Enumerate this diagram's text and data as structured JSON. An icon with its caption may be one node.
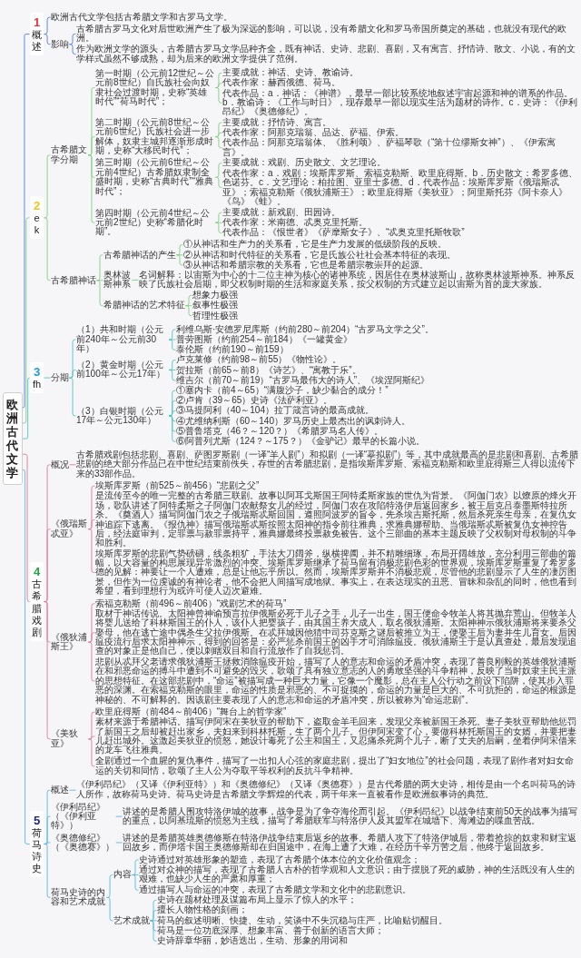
{
  "diagram": {
    "nodes": [
      {
        "text": [
          "欧洲古代文学"
        ]
      },
      {
        "text": [
          "1",
          "概述"
        ]
      },
      {
        "text": [
          "欧洲古代文学包括古希腊文学和古罗马文学。"
        ]
      },
      {
        "text": [
          "影响"
        ]
      },
      {
        "text": [
          "古希腊古罗马文化对后世欧洲产生了极为深远的影响，可以说，没有希腊文化和罗马帝国所奠定的基础，也就没有现代的欧洲。"
        ]
      },
      {
        "text": [
          "作为欧洲文学的源头，古希腊古罗马文学品种齐全，既有神话、史诗、悲剧、喜剧，又有寓言、抒情诗、散文、小说，有的文学样式虽然不够成熟，却为后来的欧洲文学提供了范例。"
        ]
      },
      {
        "text": [
          "2",
          "ek"
        ]
      },
      {
        "text": [
          "古希腊文学分期"
        ]
      },
      {
        "text": [
          "第一时期（公元前12世纪～公元前8世纪）自氏族社会向奴隶社会过渡时期，史称“英雄时代”“荷马时代”；"
        ]
      },
      {
        "text": [
          "主要成就：神话、史诗、教谕诗。"
        ]
      },
      {
        "text": [
          "代表作家：赫西俄德、荷马。"
        ]
      },
      {
        "text": [
          "代表作品：a．神话：《神谱》，最早一部比较系统地叙述宇宙起源和神的谱系的作品。b．教谕诗：《工作与时日》，现存最早一部以现实生活为题材的诗作。c．史诗：《伊利昂纪》《奥德修纪》。"
        ]
      },
      {
        "text": [
          "第二时期（公元前8世纪～公元前6世纪）氏族社会进一步解体，奴隶主城邦逐渐形成时期，史称“大移民时代”；"
        ]
      },
      {
        "text": [
          "主要成就：抒情诗、寓言。"
        ]
      },
      {
        "text": [
          "代表作家：阿那克瑞翁、品达、萨福、伊索。"
        ]
      },
      {
        "text": [
          "代表作品：阿那克瑞翁体、《胜利颂》、萨福琴歌（“第十位缪斯女神”）、《伊索寓言》。"
        ]
      },
      {
        "text": [
          "第三时期（公元前6世纪～公元前4世纪）古希腊奴隶制全盛时期，史称“古典时代”“雅典时代”；"
        ]
      },
      {
        "text": [
          "主要成就：戏剧、历史散文、文艺理论。"
        ]
      },
      {
        "text": [
          "代表作家：a．戏剧：埃斯库罗斯、索福克勒斯、欧里庇得斯。b．历史散文：希罗多德、色诺芬。c．文艺理论：柏拉图、亚里士多德。d．代表作品：埃斯库罗斯《俄瑞斯忒亚》；索福克勒斯《俄狄浦斯王》；欧里庇得斯《美狄亚》；阿里斯托芬《阿卡奈人》《鸟》《蛙》。"
        ]
      },
      {
        "text": [
          "第四时期（公元前4世纪～公元前2世纪）史称“希腊化时期”。"
        ]
      },
      {
        "text": [
          "主要成就：新戏剧、田园诗。"
        ]
      },
      {
        "text": [
          "代表作家：米南德、忒奥克里托斯。"
        ]
      },
      {
        "text": [
          "代表作品：《恨世者》《萨摩斯女子》、“忒奥克里托斯牧歌”"
        ]
      },
      {
        "text": [
          "古希腊神话"
        ]
      },
      {
        "text": [
          "古希腊神话的产生"
        ]
      },
      {
        "text": [
          "①从神话和生产力的关系看，它是生产力发展的低级阶段的反映。"
        ]
      },
      {
        "text": [
          "②从神话和时代特征的关系看，它是氏族公社社会基本特征的表现。"
        ]
      },
      {
        "text": [
          "③从神话和希腊宗教的关系看，它也是希腊宗教崇拜的起源。"
        ]
      },
      {
        "text": [
          "奥林波斯神系"
        ]
      },
      {
        "text": [
          "名词解释：以宙斯为中心的十二位主神为核心的诸神系统，因居住在奥林波斯山，故称奥林波斯神系。神系反映了氏族社会后期，即父权制时期的生活和家庭关系，按父权制的方式建立起以宙斯为首的庞大家族。"
        ]
      },
      {
        "text": [
          "希腊神话的艺术特征"
        ]
      },
      {
        "text": [
          "想象力极强"
        ]
      },
      {
        "text": [
          "叙事性极强"
        ]
      },
      {
        "text": [
          "哲理性极强"
        ]
      },
      {
        "text": [
          "3",
          "fh"
        ]
      },
      {
        "text": [
          "分期"
        ]
      },
      {
        "text": [
          "（1）共和时期（公元前240年～公元前30年）"
        ]
      },
      {
        "text": [
          "利维乌斯·安德罗尼库斯（约前280～前204）“古罗马文学之父”。"
        ]
      },
      {
        "text": [
          "普劳图斯（约前254～前184）《一罐黄金》"
        ]
      },
      {
        "text": [
          "泰伦斯（约前190～前159）"
        ]
      },
      {
        "text": [
          "（2）黄金时期（公元前100年～公元17年）"
        ]
      },
      {
        "text": [
          "卢克莱修（约前98～前55）《物性论》。"
        ]
      },
      {
        "text": [
          "贺拉斯（前65～前8）《诗艺》、“寓教于乐”。"
        ]
      },
      {
        "text": [
          "维吉尔（前70～前19）“古罗马最伟大的诗人”、《埃涅阿斯纪》"
        ]
      },
      {
        "text": [
          "（3）白银时期（公元17年～公元130年）"
        ]
      },
      {
        "text": [
          "①塞内卡（前4～65）“满腹沙子，缺少黏合的成分！”"
        ]
      },
      {
        "text": [
          "②卢肯（39～65）史诗《法萨利亚》。"
        ]
      },
      {
        "text": [
          "③马提阿利（40～104）拉丁箴言诗的最高成就。"
        ]
      },
      {
        "text": [
          "④尤维纳利斯（60～140）罗马历史上最杰出的讽刺诗人。"
        ]
      },
      {
        "text": [
          "⑤普鲁塔克（46？～120？）《希腊罗马名人传》。"
        ]
      },
      {
        "text": [
          "⑥阿普列尤斯（124？～175？）《金驴记》最早的长篇小说。"
        ]
      },
      {
        "text": [
          "4",
          "古希腊戏剧"
        ]
      },
      {
        "text": [
          "概况"
        ]
      },
      {
        "text": [
          "古希腊戏剧包括悲剧、喜剧、萨图罗斯剧（一译“羊人剧”）和拟剧（一译“摹拟剧”）等，其中成就最高的是悲剧和喜剧。古希腊悲剧的绝大部分作品已在中世纪结束前佚失，存世的古希腊悲剧，是指埃斯库罗斯、索福克勒斯和欧里庇得斯三人得以流传下来的33部作品。"
        ]
      },
      {
        "text": [
          "《俄瑞斯忒亚》"
        ]
      },
      {
        "text": [
          "埃斯库罗斯（前525～前456）“悲剧之父”"
        ]
      },
      {
        "text": [
          "是流传至今的唯一完整的古希腊三联剧。故事以阿耳戈斯国王阿特柔斯家族的世仇为背景。《阿伽门农》以燎原的烽火开场，歌队讲述了阿特柔斯之子阿伽门农献祭女儿的经过，阿伽门农在攻陷特洛伊后返回家乡，被王后克吕泰墨斯特拉所杀。《奠酒人》描写阿伽门农之子俄瑞斯忒斯回国，遵照阿波罗的旨令，先杀埃吉斯托斯，然后杀死亲生母亲，在复仇女神追踪下逃离。《报仇神》描写俄瑞斯忒斯按照太阳神的指令前往雅典，求雅典娜帮助。当俄瑞斯忒斯被复仇女神控告后，经法庭审判，定罪票与赦罪票持平，雅典娜最终投票赦免被告。这个三部曲的基本主题反映了父权制对母权制的斗争和胜利。"
        ]
      },
      {
        "text": [
          "埃斯库罗斯的悲剧气势磅礴，线条粗犷，手法大刀阔斧，纵横捭阖，并不精雕细琢，布局开阔雄放，充分利用三部曲的篇幅，以大容量的构思展现异常激烈的冲突。埃斯库罗斯继承了荷马留有消极悲剧色彩的世界观，埃斯库罗斯重复了希罗多德的见解：神要让一个人遭难，总是让他忘乎所以。然而，埃斯库罗斯并不消极悲观，尽管他的悲剧显示了人生的凄厉图景，但作为一位虔诚的有神论者，他不会把人间描写成地狱。事实上，在表达现实的丑恶、冒昧和杂乱的同时，他也看到希望，看到理想行为或许可使人迈次避难。"
        ]
      },
      {
        "text": [
          "《俄狄浦斯王》"
        ]
      },
      {
        "text": [
          "索福克勒斯（前496～前406）“戏剧艺术的荷马”"
        ]
      },
      {
        "text": [
          "取材于神话传说。太阳神曾神谕预言拉伊俄斯必死于儿子之手，儿子一出生，国王便命令牧羊人将其抛弃荒山。但牧羊人将婴儿送给了科林斯国王的仆人，该仆人把婴孩子，由其国王养大成人，取名俄狄浦斯。太阳神神示俄狄浦斯将来要杀父娶母，他在逃亡途中偶杀生父拉伊俄斯。在忒拜城因他猜中司芬克斯之谜后被推立为王，便娶王后为妻并生儿育女。后因瘟疫流行后求太阳神神示，得到的回答是：必严惩杀前国王的凶手才可消除瘟疫。俄狄浦斯王于是认真查处，最后发现追查的对象正是他自己，便以刺瞎双目和自行流放作了自我惩罚。"
        ]
      },
      {
        "text": [
          "悲剧从忒拜父老请求俄狄浦斯王拯救消除瘟疫开始，描写了人的意志和命运的矛盾冲突，表现了善良刚毅的英雄俄狄浦斯在和邪恶命运的搏斗中遭到不可避免的毁灭，歌颂了具有独立意志的人的勇敢坚强的斗争精神，反映了当时奴隶主民主派的思想特征。在这部悲剧中，“命运”被描写成一种巨大力量，它像一个魔影，总在主人公行动之前设下陷阱，使其步入罪恶的深渊。在索福克勒斯的眼里，命运的性质是邪恶的、不可捉摸的，命运的力量是巨大的、不可抗拒的，命运的根源是神秘的、不可解释的。因该剧主要表现了人的意志和命运的矛盾冲突，所以被称为“命运悲剧”。"
        ]
      },
      {
        "text": [
          "《美狄亚》"
        ]
      },
      {
        "text": [
          "欧里庇得斯（前484～前406）“舞台上的哲学家”"
        ]
      },
      {
        "text": [
          "素材来源于希腊神话。描写伊阿宋在美狄亚的帮助下，盗取金羊毛回来，发现父亲被新国王杀死。妻子美狄亚帮助他惩罚了新国王之后却被赶出家乡，夫妇来到科林托斯，生了两个儿子。但伊阿宋变了心，要做科林托斯国王的女婿，并要把妻儿赶出城外。这激起美狄亚的愤怒，她设计毒死了公主和国王，又忍痛杀死两个儿子，断了丈夫的后嗣，坐着伊阿宋借来的龙车飞往雅典。"
        ]
      },
      {
        "text": [
          "全剧通过一个血腥的复仇事件，描写了一出扣人心弦的家庭悲剧，提出了“妇女地位”的社会问题，表现了剧作者对妇女命运的关切和同情，歌颂了主人公为夺取平等权利的反抗斗争精神。"
        ]
      },
      {
        "text": [
          "5",
          "荷马诗史"
        ]
      },
      {
        "text": [
          "概述"
        ]
      },
      {
        "text": [
          "《伊利昂纪》（又译《伊利亚特》）和《奥德修纪》（又译《奥德赛》）是古代希腊的两大史诗，相传是由一个名叫荷马的诗人所作，故称荷马史诗。荷马史诗是古希腊文学辉煌的代表，两千年来一直被看作是欧洲叙事诗的典范。"
        ]
      },
      {
        "text": [
          "《伊利昂纪》（《伊利亚特》）"
        ]
      },
      {
        "text": [
          "讲述的是希腊人围攻特洛伊城的故事，战争是为了争夺海伦而引起。《伊利昂纪》以战争结束前50天的战事为描写的重点，以阿基琉斯的愤怒为主线，描写了希腊联军与特洛伊人及其盟军在城墙下、海滩边的喋血苦战。"
        ]
      },
      {
        "text": [
          "《奥德修纪》（《奥德赛》）"
        ]
      },
      {
        "text": [
          "讲述的是希腊英雄奥德修斯在特洛伊战争结束后返乡的故事。希腊人攻下了特洛伊城后，带着抢掠的奴隶和财宝返回故乡，而伊塔卡国王奥德修斯却在归国途中，在海上遭了大难，在经历千辛万苦之后，他终于返回故乡。"
        ]
      },
      {
        "text": [
          "荷马史诗的内容和艺术成就"
        ]
      },
      {
        "text": [
          "内容"
        ]
      },
      {
        "text": [
          "史诗通过对英雄形象的塑造，表现了古希腊个体本位的文化价值观念；"
        ]
      },
      {
        "text": [
          "通过对众神的描写，表现了古希腊人古朴的哲学观和人文意识；由于摆脱了死的威胁，神的生活既没有人生的艰难，也缺少人生的严肃和厚重；"
        ]
      },
      {
        "text": [
          "通过描写人与命运的冲突，表现了古希腊文学和文化中的悲剧意识。"
        ]
      },
      {
        "text": [
          "艺术成就"
        ]
      },
      {
        "text": [
          "史诗在题材处理及谋篇布局上显示了惊人的水平；"
        ]
      },
      {
        "text": [
          "擅长人物性格的刻画；"
        ]
      },
      {
        "text": [
          "荷马的叙述明晰、快捷、生动，笑谈中不失沉稳与庄严，比喻贴切醒目。"
        ]
      },
      {
        "text": [
          "荷马是一位功底深厚、想象丰富、善于创新的语言大师；"
        ]
      },
      {
        "text": [
          "史诗辞章华丽，妙语迭出，生动、形象的用词和"
        ]
      }
    ],
    "edges": [
      {
        "from": 0,
        "to": 1,
        "arrow": "none",
        "color": "#4f7fe0"
      },
      {
        "from": 0,
        "to": 6,
        "arrow": "none"
      },
      {
        "from": 0,
        "to": 34,
        "arrow": "none",
        "color": "#4fc4c0"
      },
      {
        "from": 0,
        "to": 51,
        "arrow": "none",
        "color": "#e2789c"
      },
      {
        "from": 0,
        "to": 66,
        "arrow": "none",
        "color": "#58b8e6"
      },
      {
        "from": 1,
        "to": 2,
        "arrow": "none",
        "color": "#4f7fe0"
      },
      {
        "from": 1,
        "to": 3,
        "arrow": "none",
        "color": "#4f7fe0"
      },
      {
        "from": 3,
        "to": 4,
        "arrow": "none",
        "color": "#4f7fe0"
      },
      {
        "from": 3,
        "to": 5,
        "arrow": "none",
        "color": "#4f7fe0"
      },
      {
        "from": 6,
        "to": 7,
        "arrow": "none"
      },
      {
        "from": 6,
        "to": 23,
        "arrow": "none"
      },
      {
        "from": 7,
        "to": 8,
        "arrow": "none"
      },
      {
        "from": 7,
        "to": 12,
        "arrow": "none"
      },
      {
        "from": 7,
        "to": 16,
        "arrow": "none"
      },
      {
        "from": 7,
        "to": 19,
        "arrow": "none"
      },
      {
        "from": 8,
        "to": 9,
        "arrow": "none"
      },
      {
        "from": 8,
        "to": 10,
        "arrow": "none"
      },
      {
        "from": 8,
        "to": 11,
        "arrow": "none"
      },
      {
        "from": 12,
        "to": 13,
        "arrow": "none"
      },
      {
        "from": 12,
        "to": 14,
        "arrow": "none"
      },
      {
        "from": 12,
        "to": 15,
        "arrow": "none"
      },
      {
        "from": 16,
        "to": 17,
        "arrow": "none"
      },
      {
        "from": 16,
        "to": 18,
        "arrow": "none"
      },
      {
        "from": 19,
        "to": 20,
        "arrow": "none"
      },
      {
        "from": 19,
        "to": 21,
        "arrow": "none"
      },
      {
        "from": 19,
        "to": 22,
        "arrow": "none"
      },
      {
        "from": 23,
        "to": 24,
        "arrow": "none"
      },
      {
        "from": 23,
        "to": 28,
        "arrow": "none"
      },
      {
        "from": 23,
        "to": 30,
        "arrow": "none"
      },
      {
        "from": 24,
        "to": 25,
        "arrow": "none"
      },
      {
        "from": 24,
        "to": 26,
        "arrow": "none"
      },
      {
        "from": 24,
        "to": 27,
        "arrow": "none"
      },
      {
        "from": 28,
        "to": 29,
        "arrow": "none"
      },
      {
        "from": 30,
        "to": 31,
        "arrow": "none"
      },
      {
        "from": 30,
        "to": 32,
        "arrow": "none"
      },
      {
        "from": 30,
        "to": 33,
        "arrow": "none"
      },
      {
        "from": 34,
        "to": 35,
        "arrow": "none",
        "color": "#4fc4c0"
      },
      {
        "from": 35,
        "to": 36,
        "arrow": "none",
        "color": "#4fc4c0"
      },
      {
        "from": 35,
        "to": 40,
        "arrow": "none",
        "color": "#4fc4c0"
      },
      {
        "from": 35,
        "to": 44,
        "arrow": "none",
        "color": "#4fc4c0"
      },
      {
        "from": 36,
        "to": 37,
        "arrow": "none",
        "color": "#4fc4c0"
      },
      {
        "from": 36,
        "to": 38,
        "arrow": "none",
        "color": "#4fc4c0"
      },
      {
        "from": 36,
        "to": 39,
        "arrow": "none",
        "color": "#4fc4c0"
      },
      {
        "from": 40,
        "to": 41,
        "arrow": "none",
        "color": "#4fc4c0"
      },
      {
        "from": 40,
        "to": 42,
        "arrow": "none",
        "color": "#4fc4c0"
      },
      {
        "from": 40,
        "to": 43,
        "arrow": "none",
        "color": "#4fc4c0"
      },
      {
        "from": 44,
        "to": 45,
        "arrow": "none",
        "color": "#4fc4c0"
      },
      {
        "from": 44,
        "to": 46,
        "arrow": "none",
        "color": "#4fc4c0"
      },
      {
        "from": 44,
        "to": 47,
        "arrow": "none",
        "color": "#4fc4c0"
      },
      {
        "from": 44,
        "to": 48,
        "arrow": "none",
        "color": "#4fc4c0"
      },
      {
        "from": 44,
        "to": 49,
        "arrow": "none",
        "color": "#4fc4c0"
      },
      {
        "from": 44,
        "to": 50,
        "arrow": "none",
        "color": "#4fc4c0"
      },
      {
        "from": 51,
        "to": 52,
        "arrow": "none",
        "color": "#e2789c"
      },
      {
        "from": 51,
        "to": 54,
        "arrow": "none",
        "color": "#e2789c"
      },
      {
        "from": 51,
        "to": 58,
        "arrow": "none",
        "color": "#e2789c"
      },
      {
        "from": 51,
        "to": 62,
        "arrow": "none",
        "color": "#e2789c"
      },
      {
        "from": 52,
        "to": 53,
        "arrow": "none",
        "color": "#e2789c"
      },
      {
        "from": 54,
        "to": 55,
        "arrow": "none",
        "color": "#e2789c"
      },
      {
        "from": 54,
        "to": 56,
        "arrow": "none",
        "color": "#e2789c"
      },
      {
        "from": 54,
        "to": 57,
        "arrow": "none",
        "color": "#e2789c"
      },
      {
        "from": 58,
        "to": 59,
        "arrow": "none",
        "color": "#e2789c"
      },
      {
        "from": 58,
        "to": 60,
        "arrow": "none",
        "color": "#e2789c"
      },
      {
        "from": 58,
        "to": 61,
        "arrow": "none",
        "color": "#e2789c"
      },
      {
        "from": 62,
        "to": 63,
        "arrow": "none",
        "color": "#e2789c"
      },
      {
        "from": 62,
        "to": 64,
        "arrow": "none",
        "color": "#e2789c"
      },
      {
        "from": 62,
        "to": 65,
        "arrow": "none",
        "color": "#e2789c"
      },
      {
        "from": 66,
        "to": 67,
        "arrow": "none",
        "color": "#58b8e6"
      },
      {
        "from": 66,
        "to": 69,
        "arrow": "none",
        "color": "#58b8e6"
      },
      {
        "from": 66,
        "to": 71,
        "arrow": "none",
        "color": "#58b8e6"
      },
      {
        "from": 66,
        "to": 73,
        "arrow": "none",
        "color": "#58b8e6"
      },
      {
        "from": 67,
        "to": 68,
        "arrow": "none",
        "color": "#58b8e6"
      },
      {
        "from": 69,
        "to": 70,
        "arrow": "none",
        "color": "#58b8e6"
      },
      {
        "from": 71,
        "to": 72,
        "arrow": "none",
        "color": "#58b8e6"
      },
      {
        "from": 73,
        "to": 74,
        "arrow": "none",
        "color": "#58b8e6"
      },
      {
        "from": 73,
        "to": 78,
        "arrow": "none",
        "color": "#58b8e6"
      },
      {
        "from": 74,
        "to": 75,
        "arrow": "none",
        "color": "#58b8e6"
      },
      {
        "from": 74,
        "to": 76,
        "arrow": "none",
        "color": "#58b8e6"
      },
      {
        "from": 74,
        "to": 77,
        "arrow": "none",
        "color": "#58b8e6"
      },
      {
        "from": 78,
        "to": 79,
        "arrow": "none",
        "color": "#58b8e6"
      },
      {
        "from": 78,
        "to": 80,
        "arrow": "none",
        "color": "#58b8e6"
      },
      {
        "from": 78,
        "to": 81,
        "arrow": "none",
        "color": "#58b8e6"
      },
      {
        "from": 78,
        "to": 82,
        "arrow": "none",
        "color": "#58b8e6"
      },
      {
        "from": 78,
        "to": 83,
        "arrow": "none",
        "color": "#58b8e6"
      }
    ]
  }
}
